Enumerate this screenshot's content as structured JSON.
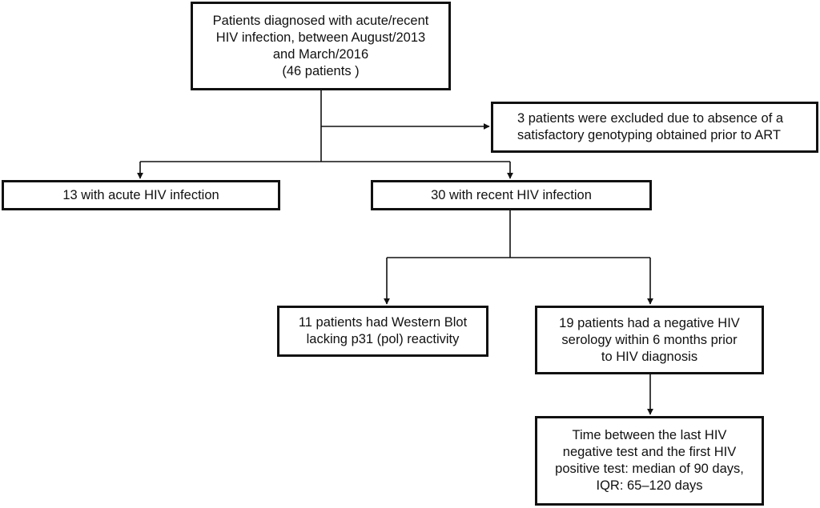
{
  "flowchart": {
    "root": {
      "lines": [
        "Patients diagnosed with acute/recent",
        "HIV infection, between August/2013",
        "and March/2016",
        "(46 patients )"
      ]
    },
    "excluded": {
      "lines": [
        "3 patients were excluded due to absence of a",
        "satisfactory genotyping obtained prior to ART"
      ]
    },
    "acute": {
      "lines": [
        "13 with acute HIV infection"
      ]
    },
    "recent": {
      "lines": [
        "30 with recent HIV infection"
      ]
    },
    "western_blot": {
      "lines": [
        "11 patients had Western Blot",
        "lacking p31 (pol) reactivity"
      ]
    },
    "negative_serology": {
      "lines": [
        "19 patients had a negative HIV",
        "serology within 6 months prior",
        "to HIV diagnosis"
      ]
    },
    "time_between": {
      "lines": [
        "Time between the last HIV",
        "negative test and the first HIV",
        "positive test: median of 90 days,",
        "IQR: 65–120 days"
      ]
    },
    "line_color": "#111111"
  }
}
